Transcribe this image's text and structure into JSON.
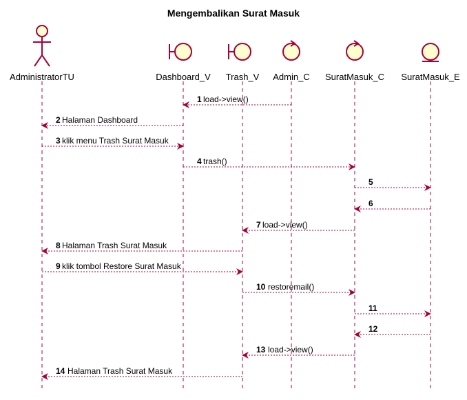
{
  "title": "Mengembalikan Surat Masuk",
  "colors": {
    "line": "#A80036",
    "fill": "#FEFECE",
    "lifeline": "#A80036",
    "text": "#000000"
  },
  "participants": [
    {
      "id": "AdministratorTU",
      "label": "AdministratorTU",
      "shape": "actor-icon"
    },
    {
      "id": "Dashboard_V",
      "label": "Dashboard_V",
      "shape": "boundary-icon"
    },
    {
      "id": "Trash_V",
      "label": "Trash_V",
      "shape": "boundary-icon"
    },
    {
      "id": "Admin_C",
      "label": "Admin_C",
      "shape": "control-icon"
    },
    {
      "id": "SuratMasuk_C",
      "label": "SuratMasuk_C",
      "shape": "control-icon"
    },
    {
      "id": "SuratMasuk_E",
      "label": "SuratMasuk_E",
      "shape": "entity-icon"
    }
  ],
  "messages": [
    {
      "num": "1",
      "text": "load->view()",
      "from": "Admin_C",
      "to": "Dashboard_V"
    },
    {
      "num": "2",
      "text": "Halaman Dashboard",
      "from": "Dashboard_V",
      "to": "AdministratorTU"
    },
    {
      "num": "3",
      "text": "klik menu Trash Surat Masuk",
      "from": "AdministratorTU",
      "to": "Dashboard_V"
    },
    {
      "num": "4",
      "text": "trash()",
      "from": "Dashboard_V",
      "to": "SuratMasuk_C"
    },
    {
      "num": "5",
      "text": "",
      "from": "SuratMasuk_C",
      "to": "SuratMasuk_E"
    },
    {
      "num": "6",
      "text": "",
      "from": "SuratMasuk_E",
      "to": "SuratMasuk_C"
    },
    {
      "num": "7",
      "text": "load->view()",
      "from": "SuratMasuk_C",
      "to": "Trash_V"
    },
    {
      "num": "8",
      "text": "Halaman Trash Surat Masuk",
      "from": "Trash_V",
      "to": "AdministratorTU"
    },
    {
      "num": "9",
      "text": "klik tombol Restore Surat Masuk",
      "from": "AdministratorTU",
      "to": "Trash_V"
    },
    {
      "num": "10",
      "text": "restoremail()",
      "from": "Trash_V",
      "to": "SuratMasuk_C"
    },
    {
      "num": "11",
      "text": "",
      "from": "SuratMasuk_C",
      "to": "SuratMasuk_E"
    },
    {
      "num": "12",
      "text": "",
      "from": "SuratMasuk_E",
      "to": "SuratMasuk_C"
    },
    {
      "num": "13",
      "text": "load->view()",
      "from": "SuratMasuk_C",
      "to": "Trash_V"
    },
    {
      "num": "14",
      "text": "Halaman Trash Surat Masuk",
      "from": "Trash_V",
      "to": "AdministratorTU"
    }
  ]
}
